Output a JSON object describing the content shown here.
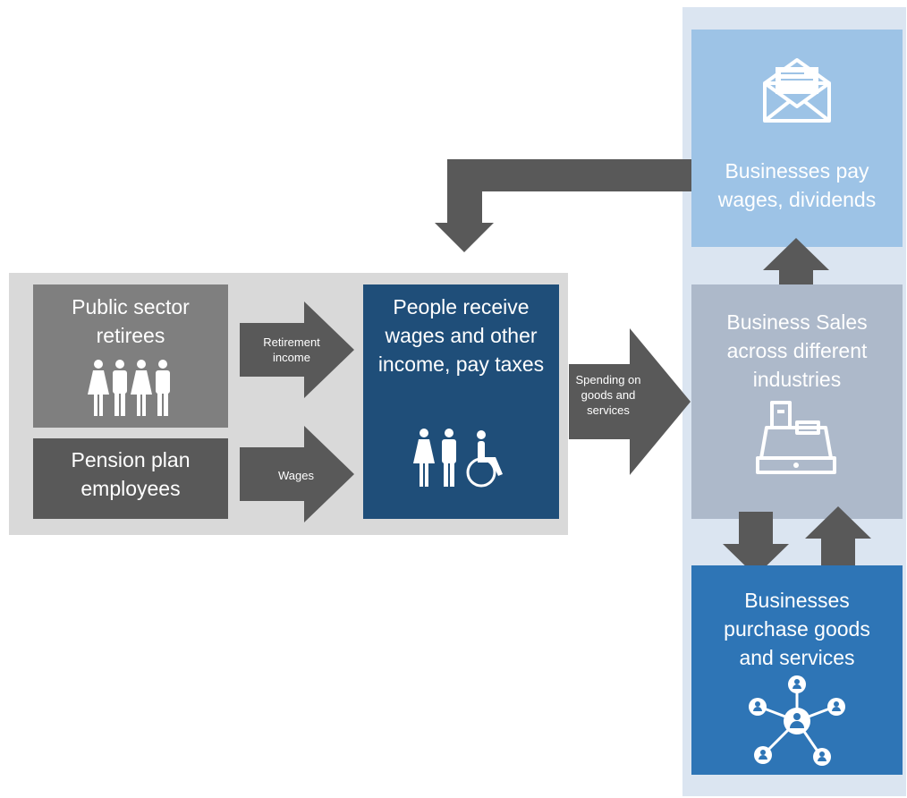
{
  "colors": {
    "left_panel_bg": "#d9d9d9",
    "right_panel_bg": "#dbe5f1",
    "retirees_box": "#7f7f7f",
    "employees_box": "#595959",
    "people_box": "#1f4e79",
    "wages_dividends_box": "#9dc3e6",
    "sales_box": "#adb9ca",
    "purchases_box": "#2e75b6",
    "arrow": "#595959"
  },
  "boxes": {
    "retirees": {
      "title": "Public sector retirees",
      "icon": "four-people-icon"
    },
    "employees": {
      "title": "Pension plan employees"
    },
    "people": {
      "title": "People receive wages and other income, pay taxes",
      "icon": "people-wheelchair-icon"
    },
    "wages_dividends": {
      "title": "Businesses pay wages, dividends",
      "icon": "envelope-letter-icon"
    },
    "sales": {
      "title": "Business Sales across different industries",
      "icon": "cash-register-icon"
    },
    "purchases": {
      "title": "Businesses purchase goods and services",
      "icon": "network-people-icon"
    }
  },
  "arrows": {
    "retirement_income": "Retirement income",
    "wages": "Wages",
    "spending": "Spending on goods and services"
  }
}
